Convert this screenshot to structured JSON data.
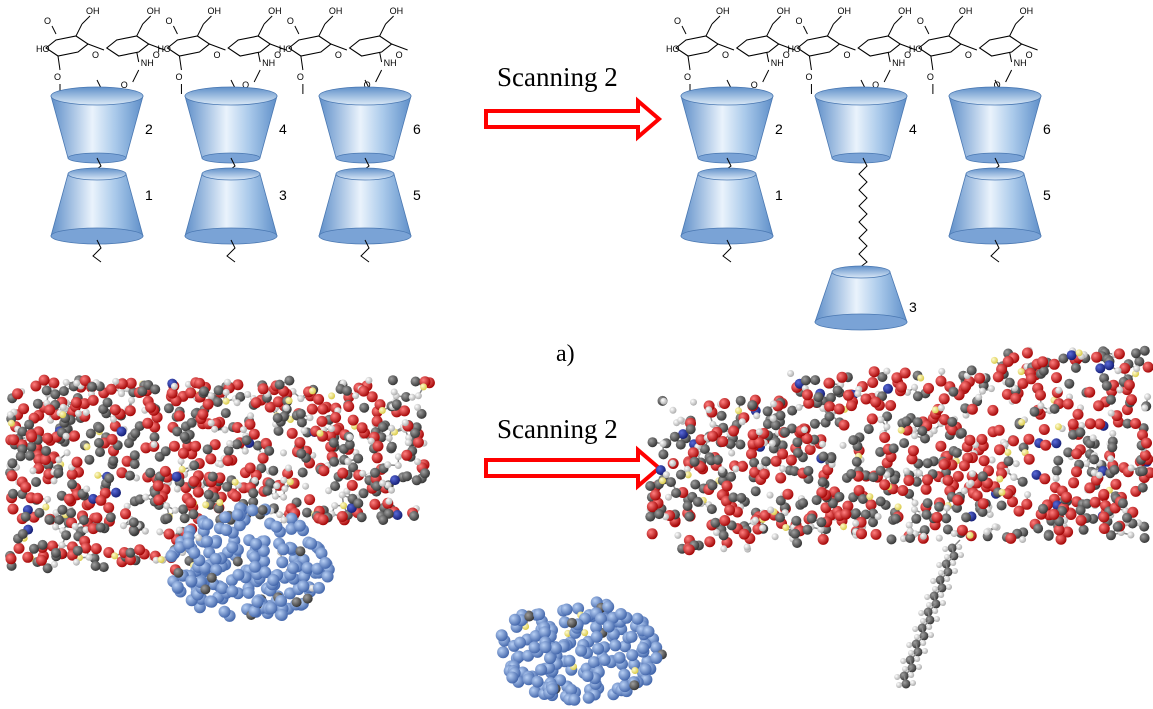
{
  "arrow_top": {
    "label": "Scanning 2",
    "color": "#ff0000"
  },
  "arrow_bottom": {
    "label": "Scanning 2",
    "color": "#ff0000"
  },
  "panel_label": "a)",
  "chem": {
    "oh": "OH",
    "ho": "HO",
    "nh": "NH",
    "o": "O"
  },
  "left_cones": [
    {
      "top_num": "2",
      "bottom_num": "1"
    },
    {
      "top_num": "4",
      "bottom_num": "3"
    },
    {
      "top_num": "6",
      "bottom_num": "5"
    }
  ],
  "right_cones": [
    {
      "top_num": "2",
      "bottom_num": "1"
    },
    {
      "top_num": "4",
      "bottom_num": "3"
    },
    {
      "top_num": "6",
      "bottom_num": "5"
    }
  ],
  "colors": {
    "cone_light": "#eaf3fc",
    "cone_mid": "#a9c9ea",
    "cone_dark": "#5f8fc9",
    "atom_oxygen": "#d01010",
    "atom_carbon": "#555555",
    "atom_hydrogen": "#d9d9d9",
    "atom_nitrogen": "#1a2a9a",
    "atom_sulfur": "#f0e070",
    "guest_blue": "#6a96d8"
  }
}
